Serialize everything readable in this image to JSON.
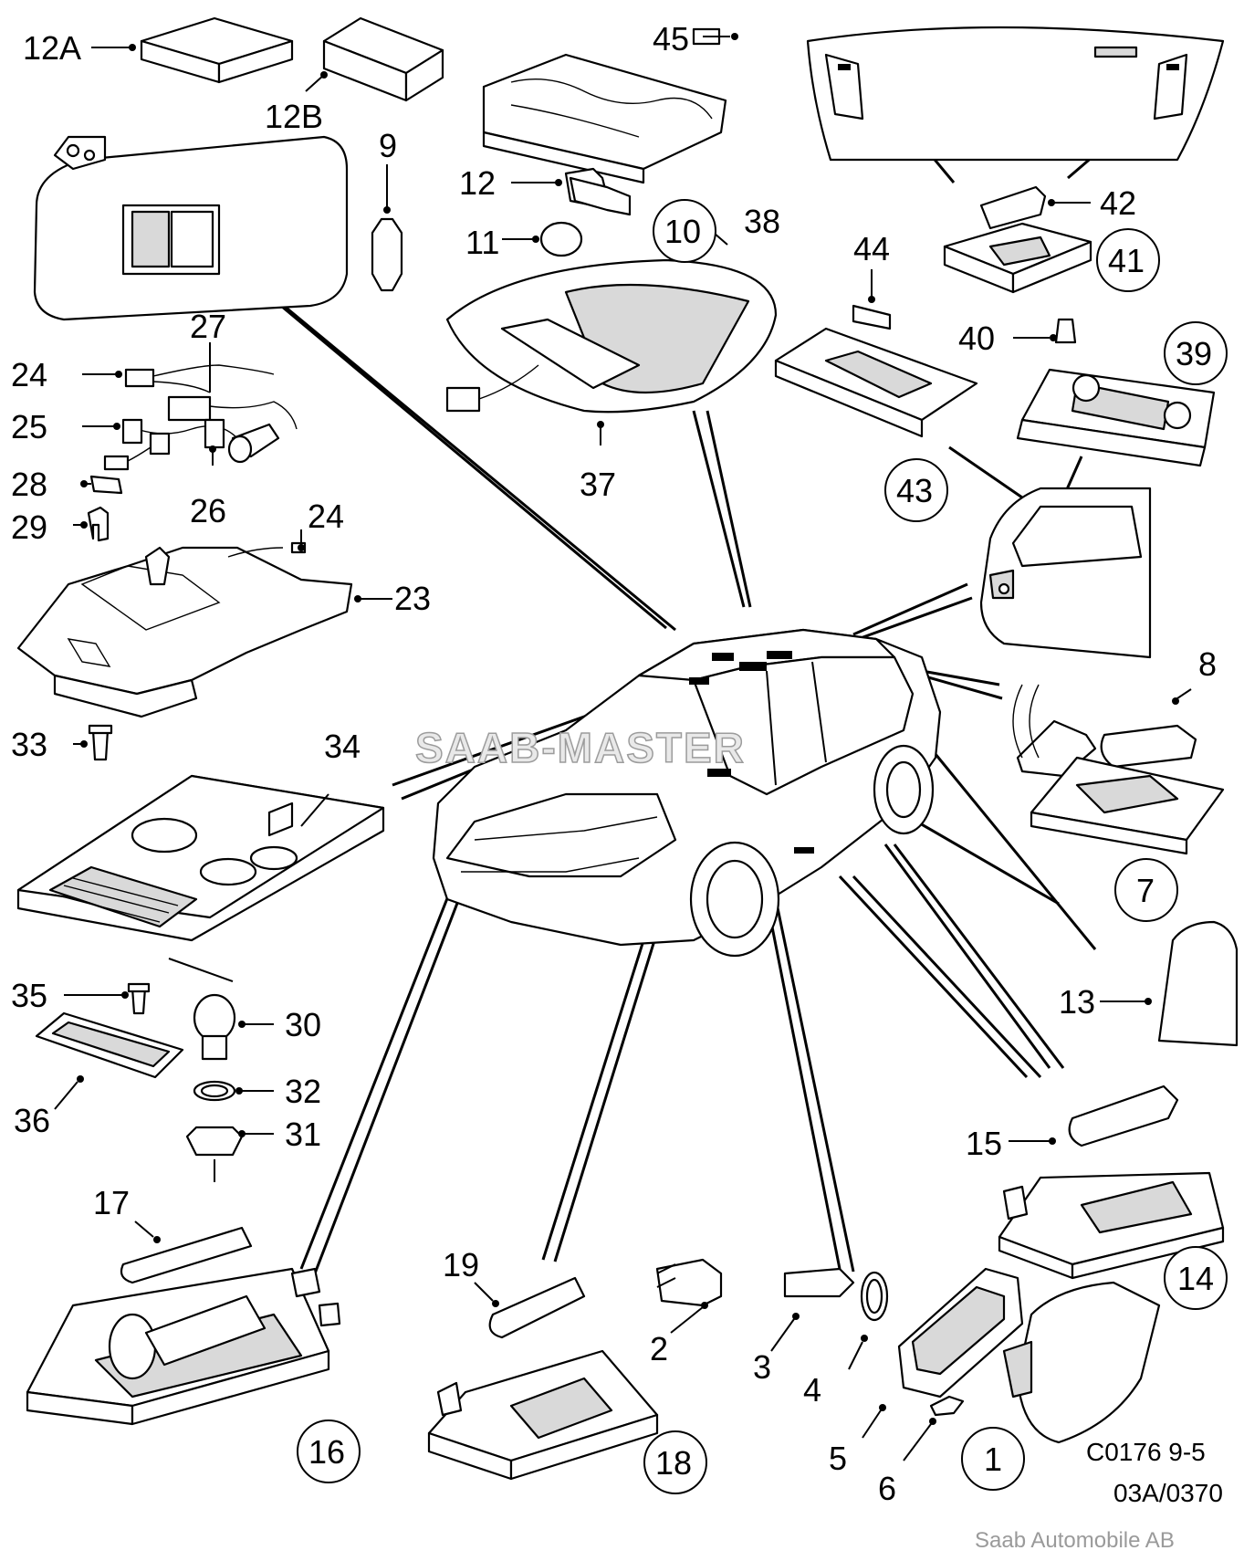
{
  "diagram": {
    "watermark": "SAAB-MASTER",
    "reference_code": "C0176 9-5",
    "reference_date": "03A/0370",
    "publisher": "Saab Automobile AB",
    "labels": {
      "p12A": "12A",
      "p12B": "12B",
      "p9": "9",
      "p45": "45",
      "p12": "12",
      "p11": "11",
      "p10": "10",
      "p38": "38",
      "p42": "42",
      "p41": "41",
      "p44": "44",
      "p40": "40",
      "p39": "39",
      "p27": "27",
      "p24a": "24",
      "p25": "25",
      "p28": "28",
      "p26": "26",
      "p29": "29",
      "p24b": "24",
      "p23": "23",
      "p37": "37",
      "p43": "43",
      "p33": "33",
      "p34": "34",
      "p8": "8",
      "p7": "7",
      "p13": "13",
      "p35": "35",
      "p30": "30",
      "p32": "32",
      "p31": "31",
      "p36": "36",
      "p15": "15",
      "p17": "17",
      "p14": "14",
      "p19": "19",
      "p2": "2",
      "p3": "3",
      "p4": "4",
      "p5": "5",
      "p6": "6",
      "p1": "1",
      "p16": "16",
      "p18": "18"
    }
  }
}
